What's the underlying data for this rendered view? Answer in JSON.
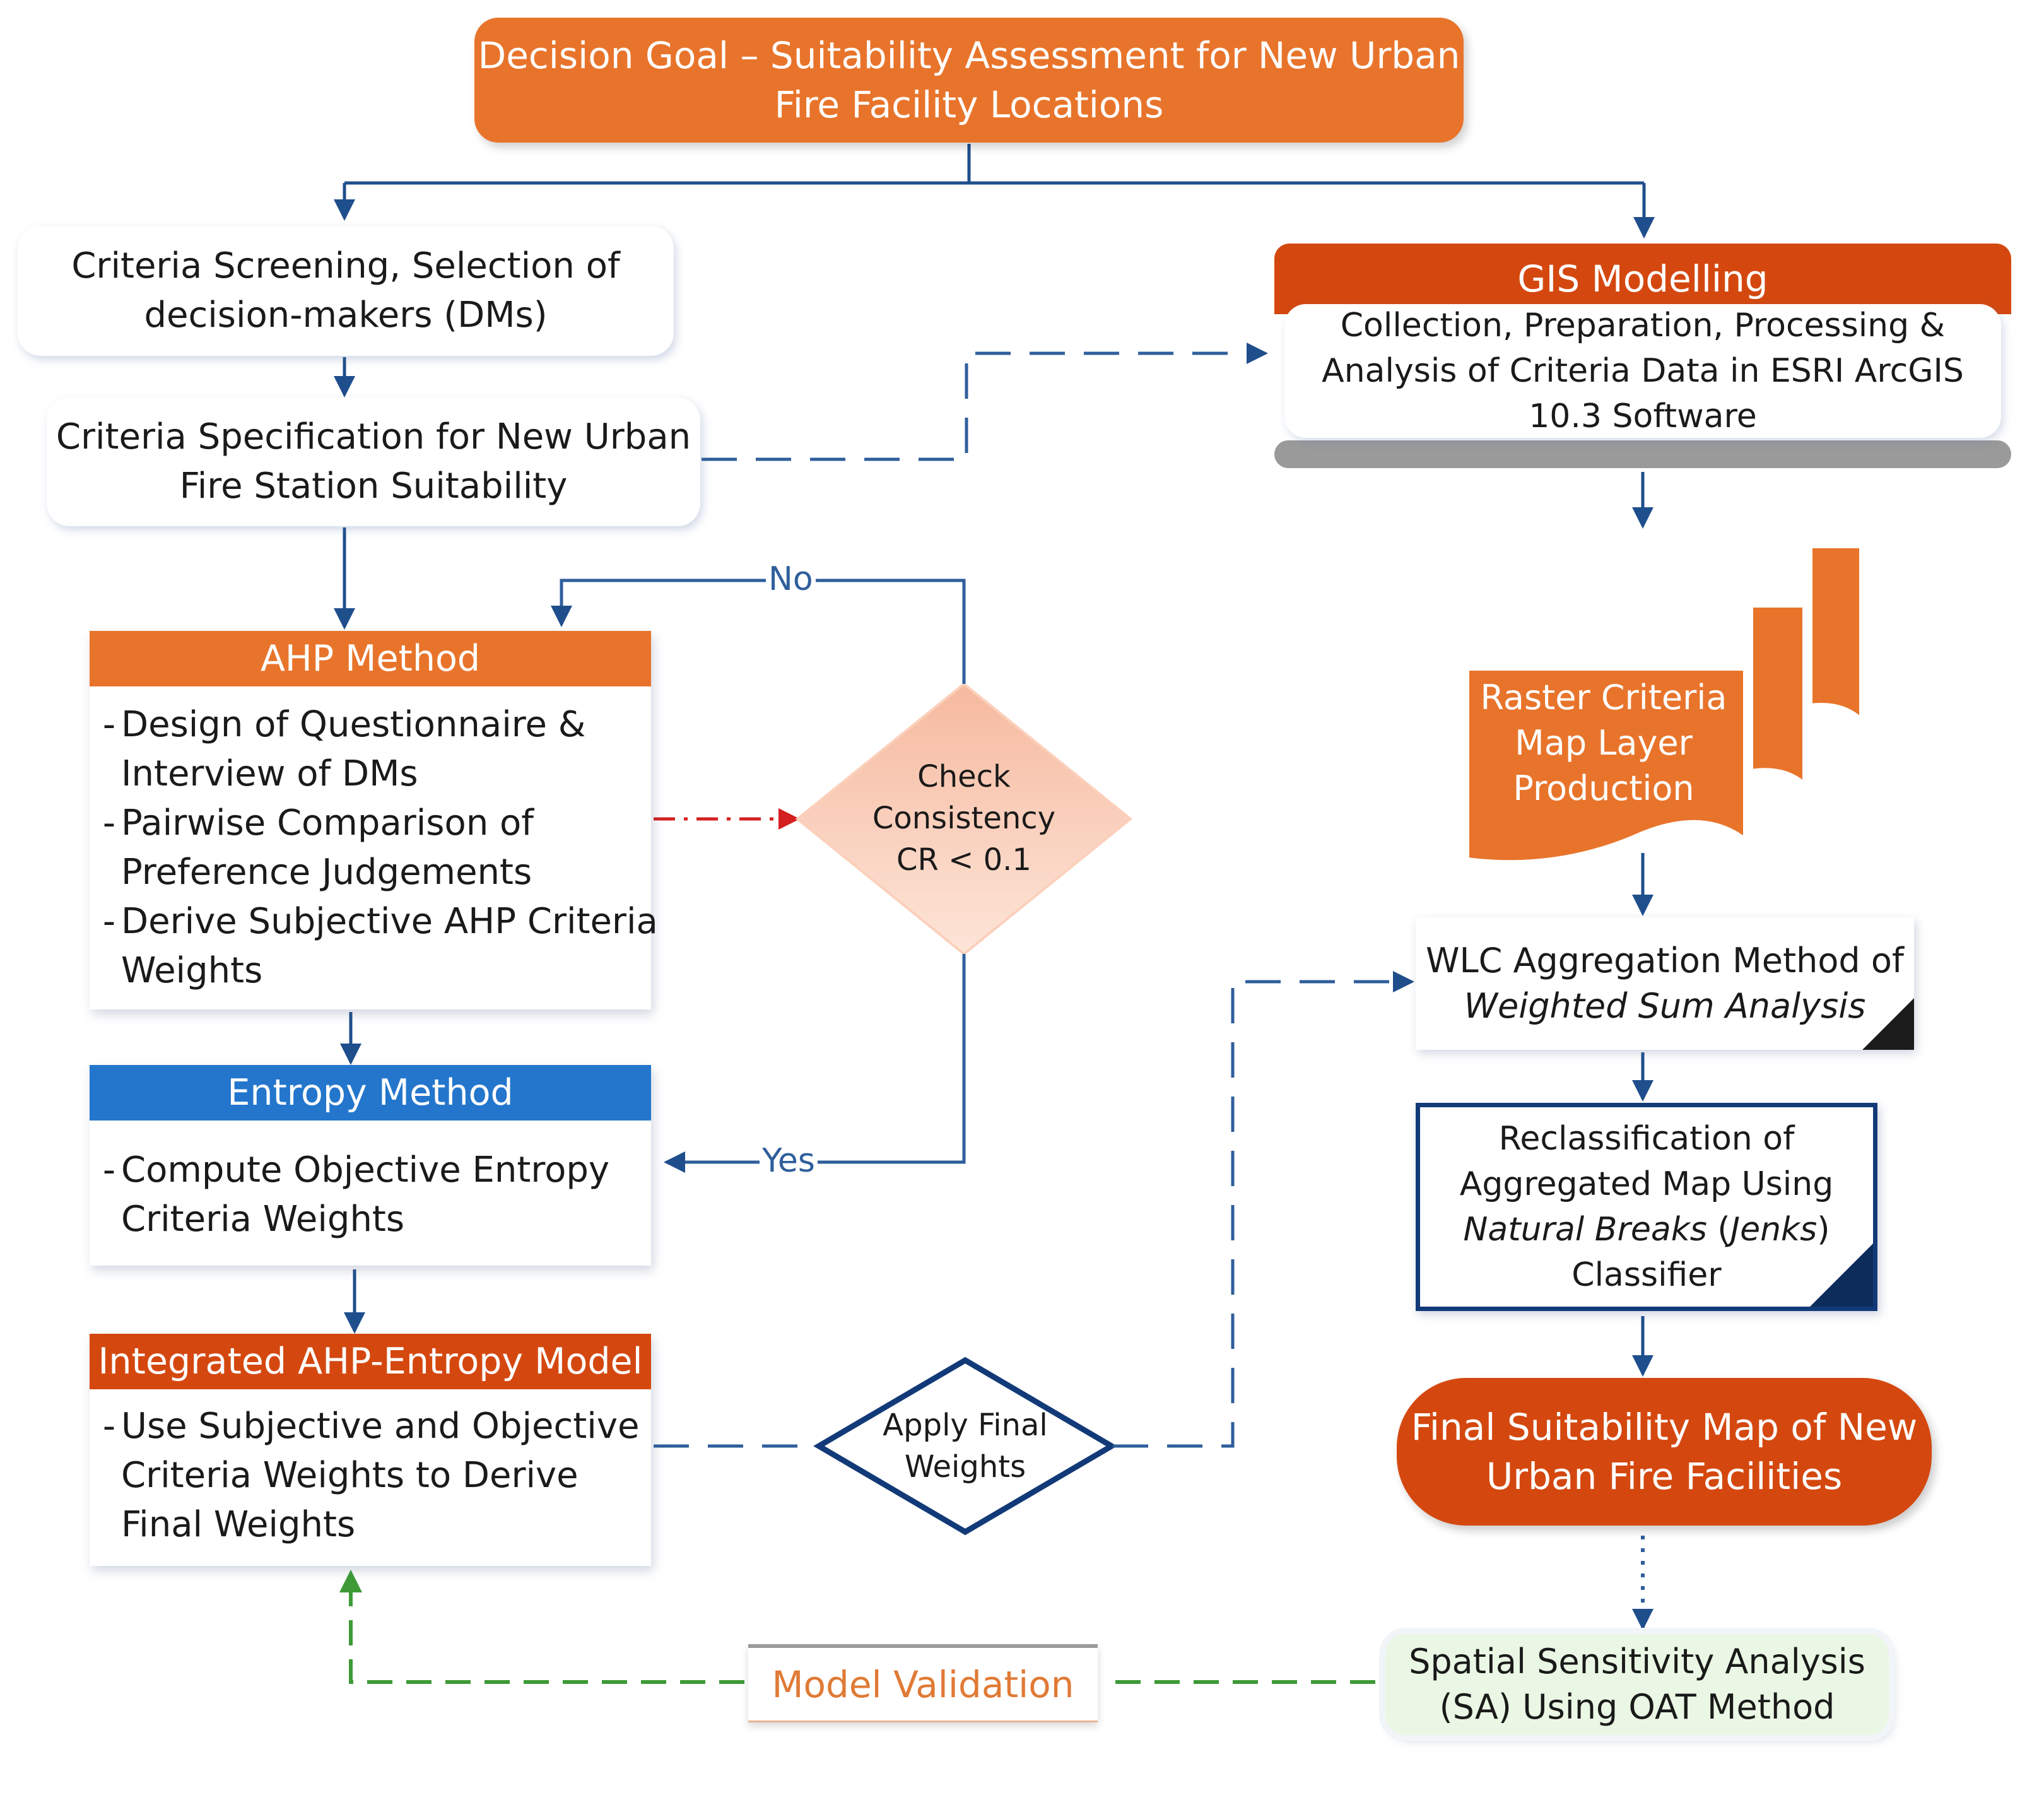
{
  "goal": {
    "line1": "Decision Goal – Suitability Assessment for New Urban",
    "line2": "Fire Facility Locations"
  },
  "screening": {
    "line1": "Criteria Screening, Selection of",
    "line2": "decision-makers (DMs)"
  },
  "specification": {
    "line1": "Criteria Specification for New Urban",
    "line2": "Fire Station Suitability"
  },
  "ahp": {
    "title": "AHP Method",
    "items": [
      {
        "l1": "Design of Questionnaire &",
        "l2": "Interview of DMs"
      },
      {
        "l1": "Pairwise Comparison of",
        "l2": "Preference Judgements"
      },
      {
        "l1": "Derive Subjective AHP Criteria",
        "l2": "Weights"
      }
    ]
  },
  "entropy": {
    "title": "Entropy Method",
    "items": [
      {
        "l1": "Compute Objective Entropy",
        "l2": "Criteria Weights"
      }
    ]
  },
  "integrated": {
    "title": "Integrated AHP-Entropy Model",
    "items": [
      {
        "l1": "Use Subjective and Objective",
        "l2": "Criteria Weights to Derive",
        "l3": "Final Weights"
      }
    ]
  },
  "check": {
    "line1": "Check",
    "line2": "Consistency",
    "line3": "CR < 0.1",
    "no": "No",
    "yes": "Yes"
  },
  "apply": {
    "line1": "Apply Final",
    "line2": "Weights"
  },
  "gis": {
    "title": "GIS Modelling",
    "line1": "Collection, Preparation, Processing &",
    "line2": "Analysis of Criteria Data in ESRI ArcGIS",
    "line3": "10.3 Software"
  },
  "raster": {
    "line1": "Raster Criteria",
    "line2": "Map Layer",
    "line3": "Production"
  },
  "wlc": {
    "line1": "WLC Aggregation Method of",
    "line2": "Weighted Sum Analysis"
  },
  "reclass": {
    "line1": "Reclassification of",
    "line2": "Aggregated Map Using",
    "line3a": "Natural Breaks",
    "line3b": " (",
    "line3c": "Jenks",
    "line3d": ")",
    "line4": "Classifier"
  },
  "final": {
    "line1": "Final Suitability Map of New",
    "line2": "Urban Fire Facilities"
  },
  "sa": {
    "line1": "Spatial Sensitivity Analysis",
    "line2": "(SA) Using OAT Method"
  },
  "validation": {
    "label": "Model Validation"
  },
  "colors": {
    "orange": "#e8742b",
    "red_orange": "#d4480f",
    "blue": "#2376cc",
    "navy": "#123a78",
    "connector": "#2f5e9b",
    "green": "#3d9a35",
    "red_dashdot": "#d42020"
  }
}
